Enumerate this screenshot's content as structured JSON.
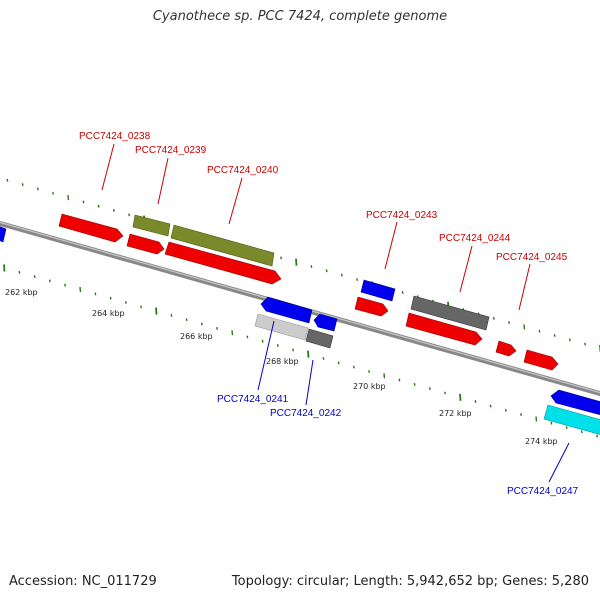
{
  "title": "Cyanothece sp. PCC 7424, complete genome",
  "footer": {
    "accession": "Accession: NC_011729",
    "summary": "Topology: circular; Length: 5,942,652 bp; Genes: 5,280"
  },
  "colors": {
    "backbone": "#888888",
    "tick": "#2a7a1a",
    "forward_label": "#cc0000",
    "reverse_label": "#0000cc",
    "red": "#ee0000",
    "olive": "#7a8a2a",
    "blue": "#0000ee",
    "dark_gray": "#666666",
    "light_gray": "#cccccc",
    "cyan": "#00e0e8"
  },
  "scale_labels": [
    "262 kbp",
    "264 kbp",
    "266 kbp",
    "268 kbp",
    "270 kbp",
    "272 kbp",
    "274 kbp"
  ],
  "gene_labels": {
    "forward": [
      "PCC7424_0238",
      "PCC7424_0239",
      "PCC7424_0240",
      "PCC7424_0243",
      "PCC7424_0244",
      "PCC7424_0245"
    ],
    "reverse": [
      "PCC7424_0241",
      "PCC7424_0242",
      "PCC7424_0247"
    ]
  }
}
